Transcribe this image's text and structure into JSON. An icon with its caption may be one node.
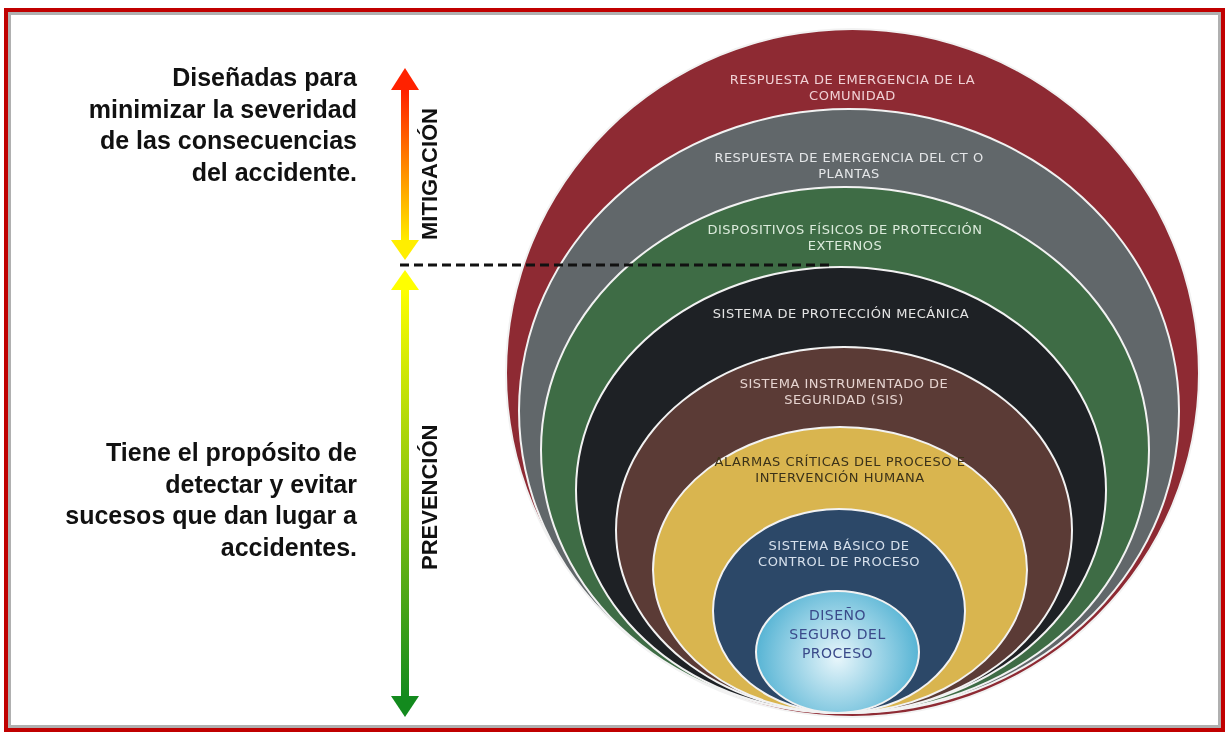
{
  "diagram": {
    "nodes": [
      {
        "text": [
          "RESPUESTA DE EMERGENCIA DE LA COMUNIDAD"
        ]
      },
      {
        "text": [
          "RESPUESTA DE EMERGENCIA DEL CT O PLANTAS"
        ],
        "in": 0
      },
      {
        "text": [
          "DISPOSITIVOS FÍSICOS DE PROTECCIÓN EXTERNOS"
        ],
        "in": 1
      },
      {
        "text": [
          "SISTEMA DE PROTECCIÓN MECÁNICA"
        ],
        "in": 2
      },
      {
        "text": [
          "SISTEMA INSTRUMENTADO DE SEGURIDAD (SIS)"
        ],
        "in": 3
      },
      {
        "text": [
          "ALARMAS CRÍTICAS DEL PROCESO E INTERVENCIÓN HUMANA"
        ],
        "in": 4
      },
      {
        "text": [
          "SISTEMA BÁSICO DE CONTROL DE PROCESO"
        ],
        "in": 5
      },
      {
        "text": [
          "DISEÑO SEGURO DEL PROCESO"
        ],
        "in": 6
      }
    ],
    "edges": [],
    "labels": [
      "Diseñadas para minimizar la severidad de las consecuencias del accidente.",
      "MITIGACIÓN",
      "PREVENCIÓN",
      "Tiene el propósito de detectar y evitar sucesos que dan lugar a accidentes."
    ]
  }
}
